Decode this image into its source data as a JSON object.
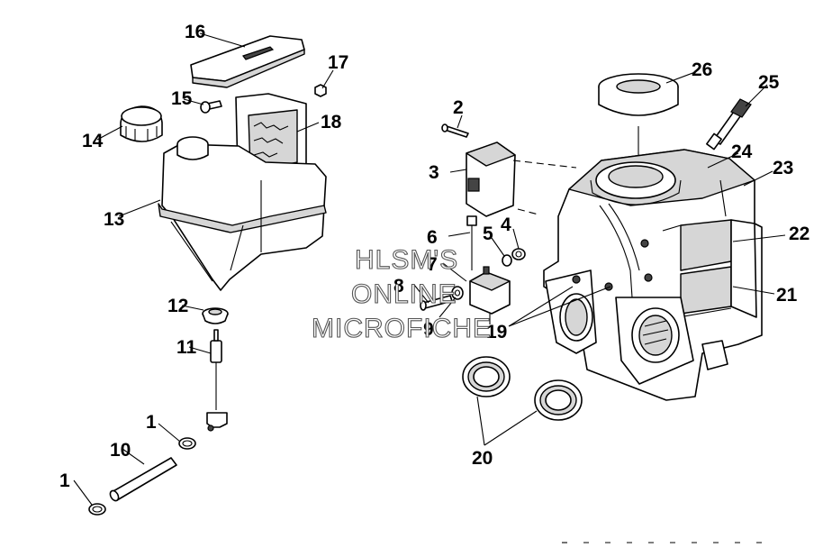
{
  "callouts": [
    {
      "id": "1a",
      "text": "1"
    },
    {
      "id": "1b",
      "text": "1"
    },
    {
      "id": "2",
      "text": "2"
    },
    {
      "id": "3",
      "text": "3"
    },
    {
      "id": "4",
      "text": "4"
    },
    {
      "id": "5",
      "text": "5"
    },
    {
      "id": "6",
      "text": "6"
    },
    {
      "id": "7",
      "text": "7"
    },
    {
      "id": "8",
      "text": "8"
    },
    {
      "id": "9",
      "text": "9"
    },
    {
      "id": "10",
      "text": "10"
    },
    {
      "id": "11",
      "text": "11"
    },
    {
      "id": "12",
      "text": "12"
    },
    {
      "id": "13",
      "text": "13"
    },
    {
      "id": "14",
      "text": "14"
    },
    {
      "id": "15",
      "text": "15"
    },
    {
      "id": "16",
      "text": "16"
    },
    {
      "id": "17",
      "text": "17"
    },
    {
      "id": "18",
      "text": "18"
    },
    {
      "id": "19",
      "text": "19"
    },
    {
      "id": "20",
      "text": "20"
    },
    {
      "id": "21",
      "text": "21"
    },
    {
      "id": "22",
      "text": "22"
    },
    {
      "id": "23",
      "text": "23"
    },
    {
      "id": "24",
      "text": "24"
    },
    {
      "id": "25",
      "text": "25"
    },
    {
      "id": "26",
      "text": "26"
    }
  ],
  "watermark": {
    "line1": "HLSM'S",
    "line2": "ONLINE",
    "line3": "MICROFICHE"
  },
  "colors": {
    "background": "#ffffff",
    "line": "#000000",
    "shade": "#d6d6d6",
    "watermark_outline": "#555555"
  }
}
